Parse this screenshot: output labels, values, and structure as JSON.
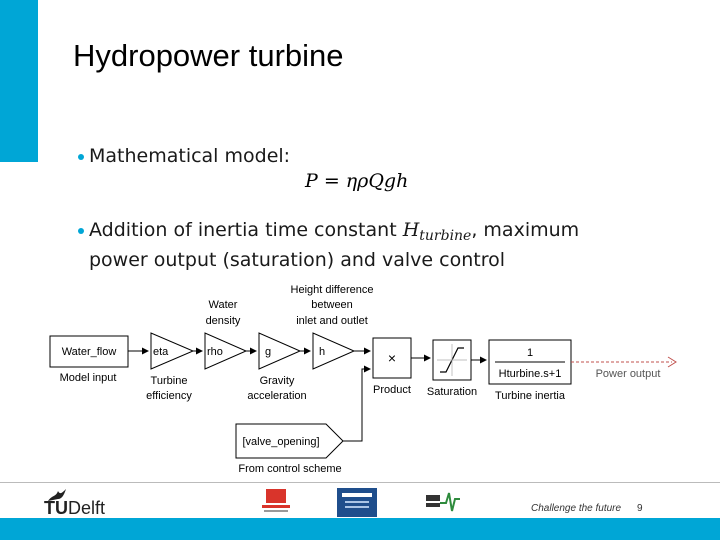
{
  "slide": {
    "title": "Hydropower turbine",
    "bullets": [
      {
        "text": "Mathematical model:"
      },
      {
        "text_a": "Addition of inertia time constant ",
        "math_main": "H",
        "math_sub": "turbine",
        "text_b": ", maximum power output (saturation) and valve control"
      }
    ],
    "equation": "P = ηρQgh"
  },
  "diagram": {
    "input_block": "Water_flow",
    "input_caption": "Model input",
    "gains": [
      {
        "label": "eta",
        "top_caption": [],
        "bottom_caption": [
          "Turbine",
          "efficiency"
        ]
      },
      {
        "label": "rho",
        "top_caption": [
          "Water",
          "density"
        ],
        "bottom_caption": []
      },
      {
        "label": "g",
        "top_caption": [],
        "bottom_caption": [
          "Gravity",
          "acceleration"
        ]
      },
      {
        "label": "h",
        "top_caption": [
          "Height difference",
          "between",
          "inlet and outlet"
        ],
        "bottom_caption": []
      }
    ],
    "product_symbol": "×",
    "product_caption": "Product",
    "saturation_caption": "Saturation",
    "tf_numerator": "1",
    "tf_denominator": "Hturbine.s+1",
    "tf_caption": "Turbine inertia",
    "output_caption": "Power output",
    "from_block": "[valve_opening]",
    "from_caption": "From control scheme"
  },
  "footer": {
    "logo_text_bold": "TU",
    "logo_text": "Delft",
    "slogan": "Challenge the future",
    "page_number": "9"
  },
  "colors": {
    "accent": "#00a6d6"
  }
}
